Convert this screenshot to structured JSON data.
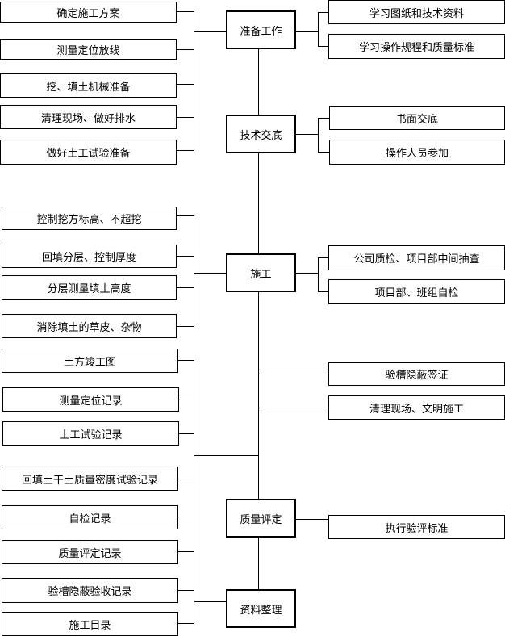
{
  "main_steps": [
    "准备工作",
    "技术交底",
    "施工",
    "质量评定",
    "资料整理"
  ],
  "prep_left": [
    "确定施工方案",
    "测量定位放线",
    "挖、填土机械准备",
    "清理现场、做好排水",
    "做好土工试验准备"
  ],
  "prep_right": [
    "学习图纸和技术资料",
    "学习操作规程和质量标准"
  ],
  "tech_right": [
    "书面交底",
    "操作人员参加"
  ],
  "construction_left": [
    "控制挖方标高、不超挖",
    "回填分层、控制厚度",
    "分层测量填土高度",
    "消除填土的草皮、杂物"
  ],
  "construction_right": [
    "公司质检、项目部中间抽查",
    "项目部、班组自检"
  ],
  "spine_right": [
    "验槽隐蔽签证",
    "清理现场、文明施工"
  ],
  "records_left": [
    "土方竣工图",
    "测量定位记录",
    "土工试验记录",
    "回填土干土质量密度试验记录",
    "自检记录",
    "质量评定记录",
    "验槽隐蔽验收记录",
    "施工目录"
  ],
  "quality_right": [
    "执行验评标准"
  ]
}
